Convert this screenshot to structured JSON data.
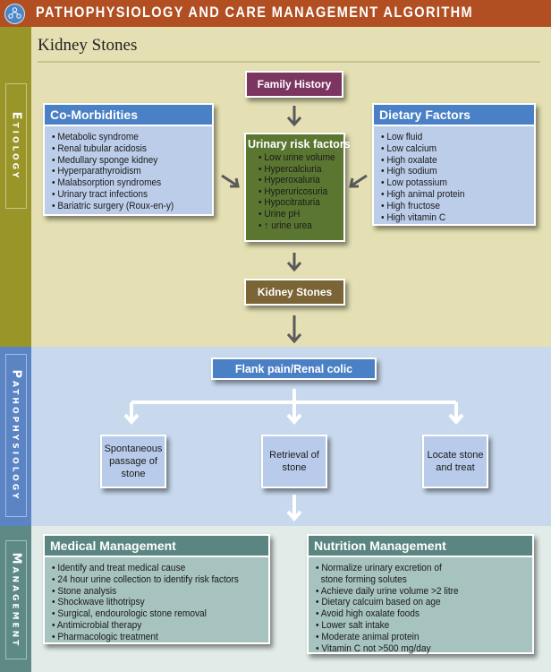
{
  "header": {
    "logo_icon": "algorithm-network-icon",
    "title": "PATHOPHYSIOLOGY AND CARE MANAGEMENT ALGORITHM"
  },
  "page_title": "Kidney Stones",
  "sections": {
    "etiology": "Etiology",
    "pathophysiology": "Pathophysiology",
    "management": "Management"
  },
  "colors": {
    "header": "#b24f22",
    "etiology_bar": "#9a9529",
    "etiology_bg": "#e4e0b3",
    "patho_bar": "#5b84c4",
    "patho_bg": "#c8d9ee",
    "mgmt_bar": "#5d8a84",
    "mgmt_bg": "#e1ebe8"
  },
  "etiology": {
    "family_history": "Family History",
    "comorbidities": {
      "title": "Co-Morbidities",
      "items": [
        "Metabolic syndrome",
        "Renal tubular acidosis",
        "Medullary sponge kidney",
        "Hyperparathyroidism",
        "Malabsorption syndromes",
        "Urinary tract infections",
        "Bariatric surgery (Roux-en-y)"
      ]
    },
    "urinary_risk_factors": {
      "title": "Urinary risk factors",
      "items": [
        "Low urine volume",
        "Hypercalciuria",
        "Hyperoxaluria",
        "Hyperuricosuria",
        "Hypocitraturia",
        "Urine pH",
        "↑ urine urea"
      ]
    },
    "dietary_factors": {
      "title": "Dietary Factors",
      "items": [
        "Low fluid",
        "Low calcium",
        "High oxalate",
        "High sodium",
        "Low potassium",
        "High animal protein",
        "High fructose",
        "High vitamin C"
      ]
    },
    "kidney_stones": "Kidney Stones"
  },
  "pathophysiology": {
    "flank_pain": "Flank pain/Renal colic",
    "outcomes": [
      {
        "line1": "Spontaneous",
        "line2": "passage of",
        "line3": "stone"
      },
      {
        "line1": "Retrieval of",
        "line2": "stone",
        "line3": ""
      },
      {
        "line1": "Locate stone",
        "line2": "and treat",
        "line3": ""
      }
    ]
  },
  "management": {
    "medical": {
      "title": "Medical Management",
      "items": [
        "Identify and treat medical cause",
        "24 hour urine collection to identify risk factors",
        "Stone analysis",
        "Shockwave lithotripsy",
        "Surgical, endourologic stone removal",
        "Antimicrobial therapy",
        "Pharmacologic treatment"
      ]
    },
    "nutrition": {
      "title": "Nutrition Management",
      "items": [
        "Normalize urinary excretion of",
        "stone forming solutes",
        "Achieve daily urine volume >2 litre",
        "Dietary calcuim based on age",
        "Avoid high oxalate foods",
        "Lower salt intake",
        "Moderate animal protein",
        "Vitamin C not >500 mg/day"
      ]
    }
  }
}
